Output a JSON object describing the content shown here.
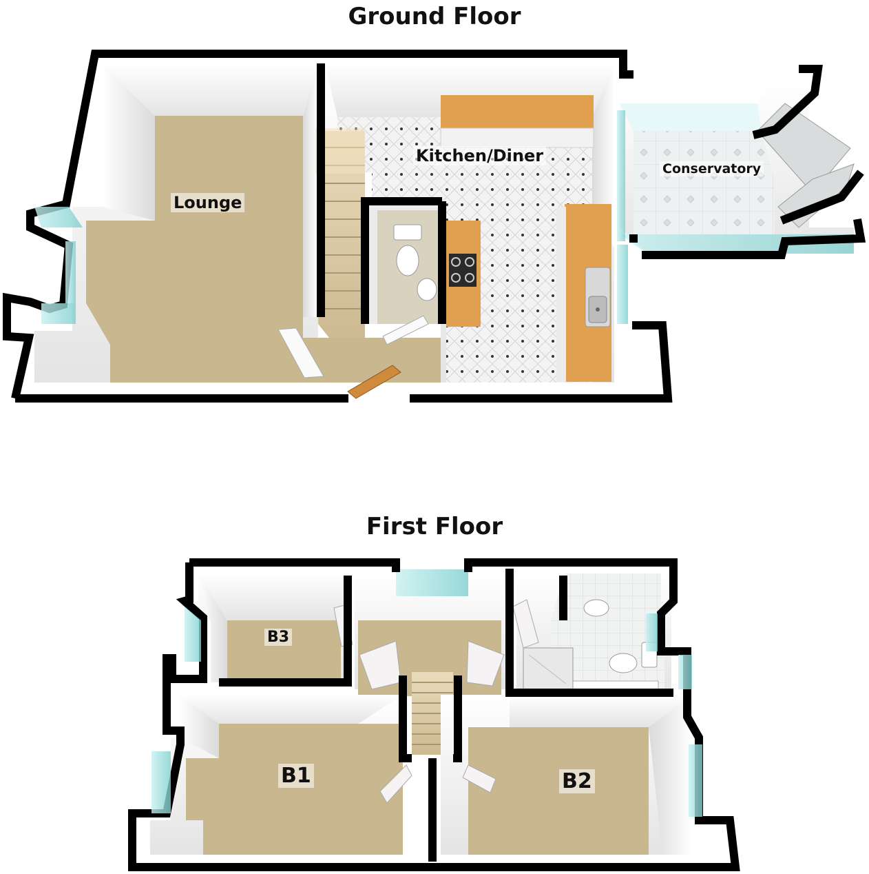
{
  "floors": {
    "ground": {
      "title": "Ground Floor",
      "rooms": {
        "lounge": "Lounge",
        "kitchen": "Kitchen/Diner",
        "conservatory": "Conservatory"
      }
    },
    "first": {
      "title": "First Floor",
      "rooms": {
        "b1": "B1",
        "b2": "B2",
        "b3": "B3"
      }
    }
  },
  "colors": {
    "wall": "#000000",
    "wall_face": "#f4f4f4",
    "carpet": "#c9b78f",
    "tile_floor": "#f1f2f2",
    "worktop": "#e0a050",
    "glass": "#a9e3e3"
  }
}
